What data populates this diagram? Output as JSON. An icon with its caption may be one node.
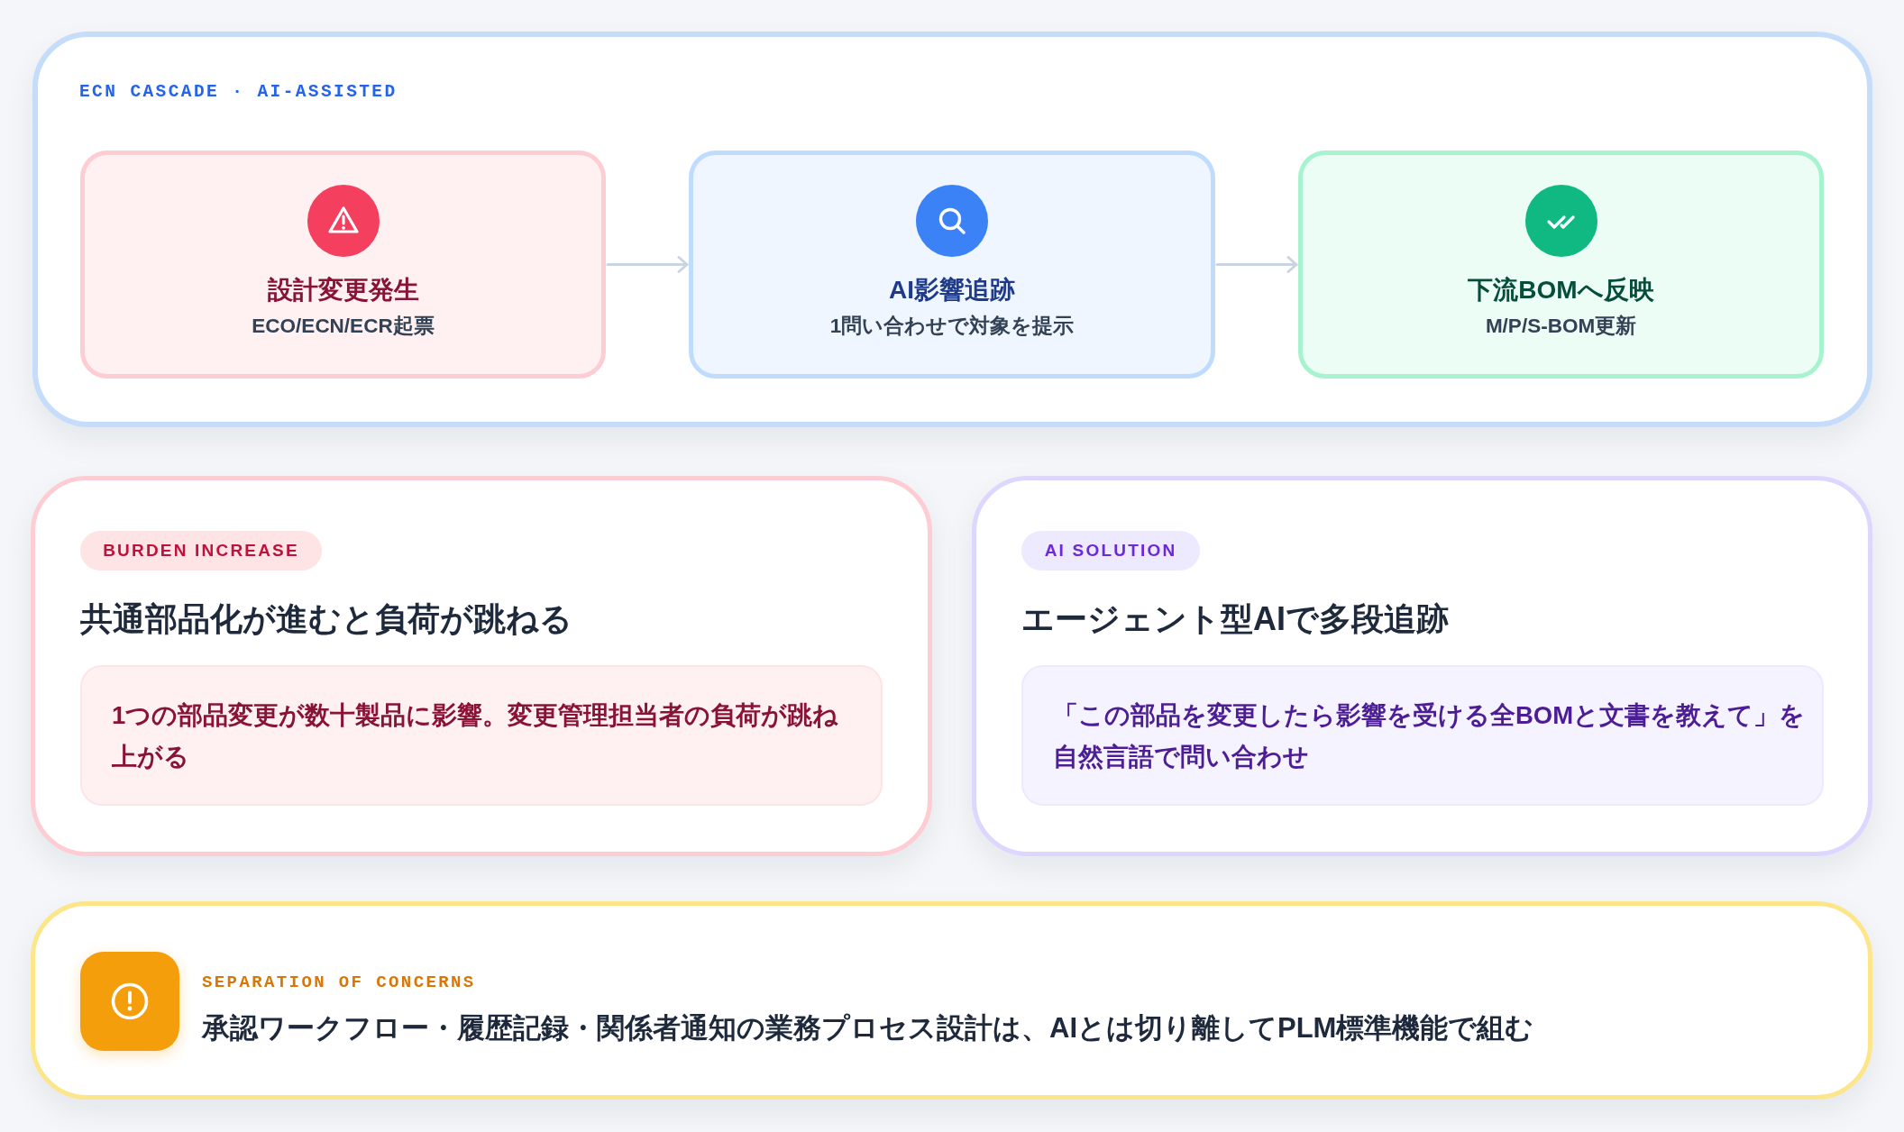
{
  "diagram": {
    "nodes": [
      {
        "text": [
          "ECN CASCADE · AI-ASSISTED"
        ]
      },
      {
        "text": [
          "設計変更発生",
          "ECO/ECN/ECR起票"
        ],
        "in": 0
      },
      {
        "text": [
          "AI影響追跡",
          "1問い合わせで対象を提示"
        ],
        "in": 0
      },
      {
        "text": [
          "下流BOMへ反映",
          "M/P/S-BOM更新"
        ],
        "in": 0
      },
      {
        "text": [
          "共通部品化が進むと負荷が跳ねる"
        ]
      },
      {
        "text": [
          "BURDEN INCREASE"
        ],
        "in": 4
      },
      {
        "text": [
          "1つの部品変更が数十製品に影響。変更管理担当者の負荷が跳ね上がる"
        ],
        "in": 4
      },
      {
        "text": [
          "エージェント型AIで多段追跡"
        ]
      },
      {
        "text": [
          "AI SOLUTION"
        ],
        "in": 7
      },
      {
        "text": [
          "「この部品を変更したら影響を受ける全BOMと文書を教えて」を自然言語で問い合わせ"
        ],
        "in": 7
      },
      {
        "text": [
          "SEPARATION OF CONCERNS",
          "承認ワークフロー・履歴記録・関係者通知の業務プロセス設計は、AIとは切り離してPLM標準機能で組む"
        ]
      }
    ],
    "edges": [
      {
        "from": 1,
        "to": 2,
        "arrow": "to"
      },
      {
        "from": 2,
        "to": 3,
        "arrow": "to"
      }
    ]
  }
}
